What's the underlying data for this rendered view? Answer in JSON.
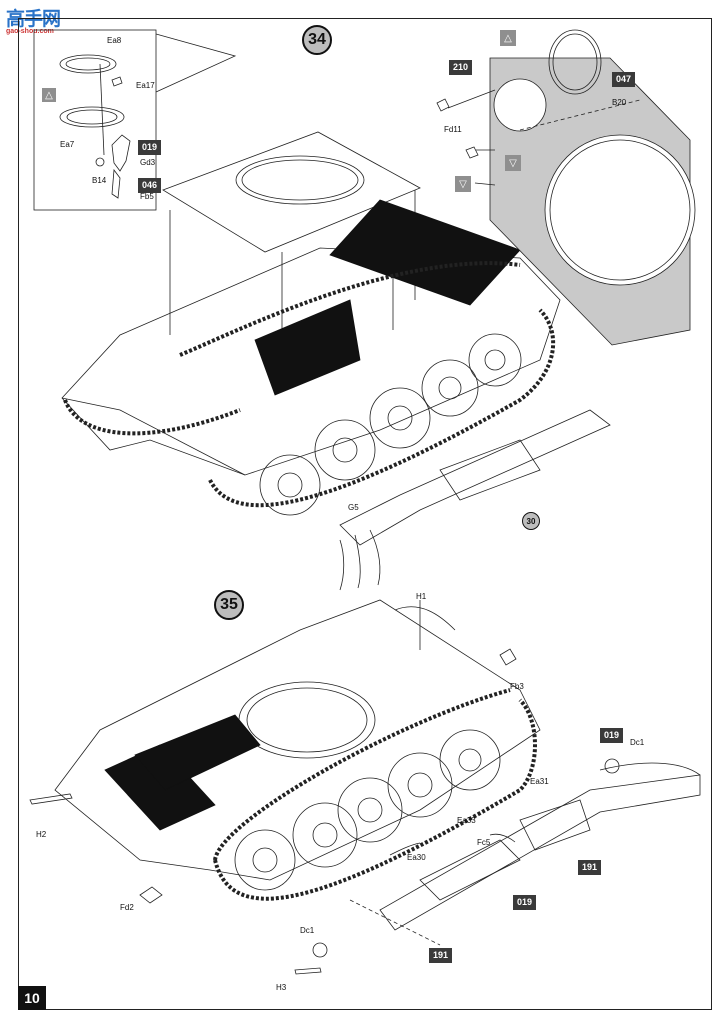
{
  "watermark": {
    "cn": "高手网",
    "url": "gao-shou.com"
  },
  "page_number": "10",
  "step34": {
    "number": "34",
    "inset_labels": {
      "ea8": "Ea8",
      "ea17": "Ea17",
      "ea7": "Ea7",
      "gd3": "Gd3",
      "b14": "B14",
      "fb5": "Fb5"
    },
    "inset_tags": {
      "t019": "019",
      "t046": "046"
    },
    "panel_labels": {
      "fd11": "Fd11",
      "b20": "B20"
    },
    "panel_tags": {
      "t210": "210",
      "t047": "047"
    },
    "hull_labels": {
      "g5": "G5"
    },
    "ref_step": "30"
  },
  "step35": {
    "number": "35",
    "labels": {
      "h1": "H1",
      "fb3": "Fb3",
      "dc1a": "Dc1",
      "h2": "H2",
      "ea31": "Ea31",
      "ea33": "Ea33",
      "fc5": "Fc5",
      "ea30": "Ea30",
      "fd2": "Fd2",
      "dc1b": "Dc1",
      "h3": "H3"
    },
    "tags": {
      "t019a": "019",
      "t191a": "191",
      "t019b": "019",
      "t191b": "191"
    }
  }
}
